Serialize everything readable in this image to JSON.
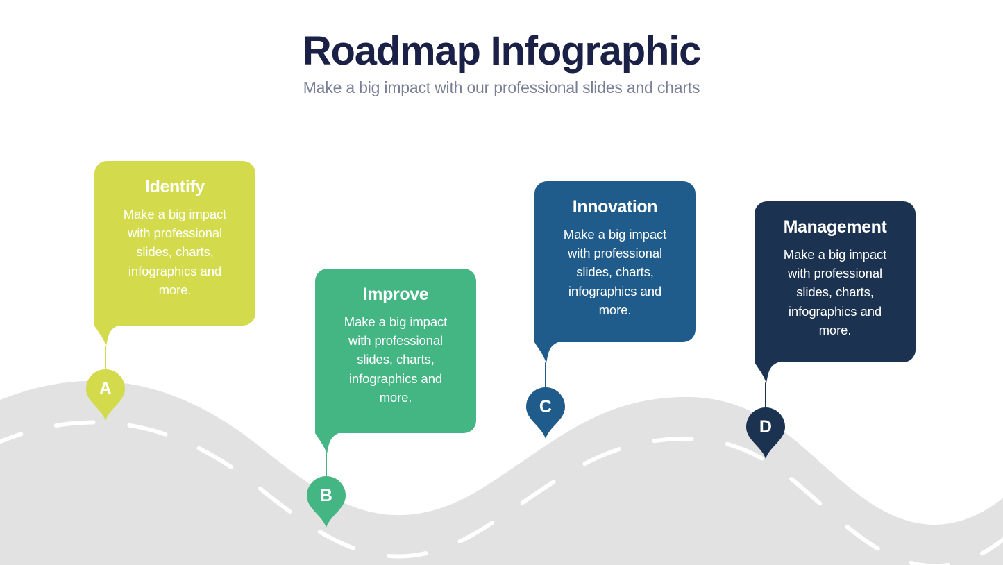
{
  "header": {
    "title": "Roadmap Infographic",
    "subtitle": "Make a big impact with our professional slides and charts",
    "title_color": "#1B2146",
    "subtitle_color": "#7A7F96"
  },
  "road": {
    "color": "#E2E2E3",
    "dash_color": "#FFFFFF"
  },
  "milestones": [
    {
      "letter": "A",
      "title": "Identify",
      "body": "Make a big impact with professional slides, charts, infographics and more.",
      "color": "#D3DB4D"
    },
    {
      "letter": "B",
      "title": "Improve",
      "body": "Make a big impact with professional slides, charts, infographics and more.",
      "color": "#44B684"
    },
    {
      "letter": "C",
      "title": "Innovation",
      "body": "Make a big impact with professional slides, charts, infographics and more.",
      "color": "#1F5C8B"
    },
    {
      "letter": "D",
      "title": "Management",
      "body": "Make a big impact with professional slides, charts, infographics and more.",
      "color": "#1B3350"
    }
  ]
}
